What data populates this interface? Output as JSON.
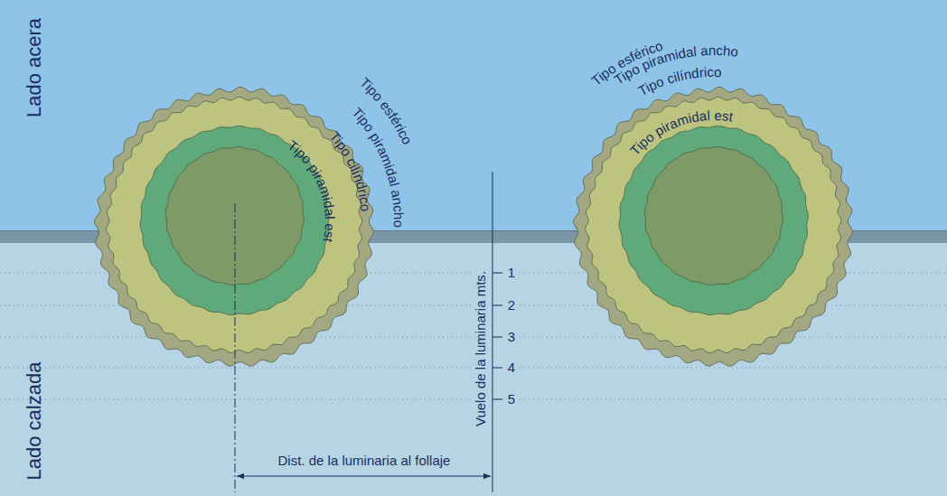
{
  "diagram": {
    "labels": [
      "Lado acera",
      "Lado calzada",
      "Tipo esférico",
      "Tipo piramidal ancho",
      "Tipo cilíndrico",
      "Tipo piramidal est",
      "Tipo esférico",
      "Tipo piramidal ancho",
      "Tipo cilíndrico",
      "Tipo piramidal est",
      "Vuelo de la luminaria mts.",
      "1",
      "2",
      "3",
      "4",
      "5",
      "Dist. de la luminaria al follaje"
    ]
  }
}
